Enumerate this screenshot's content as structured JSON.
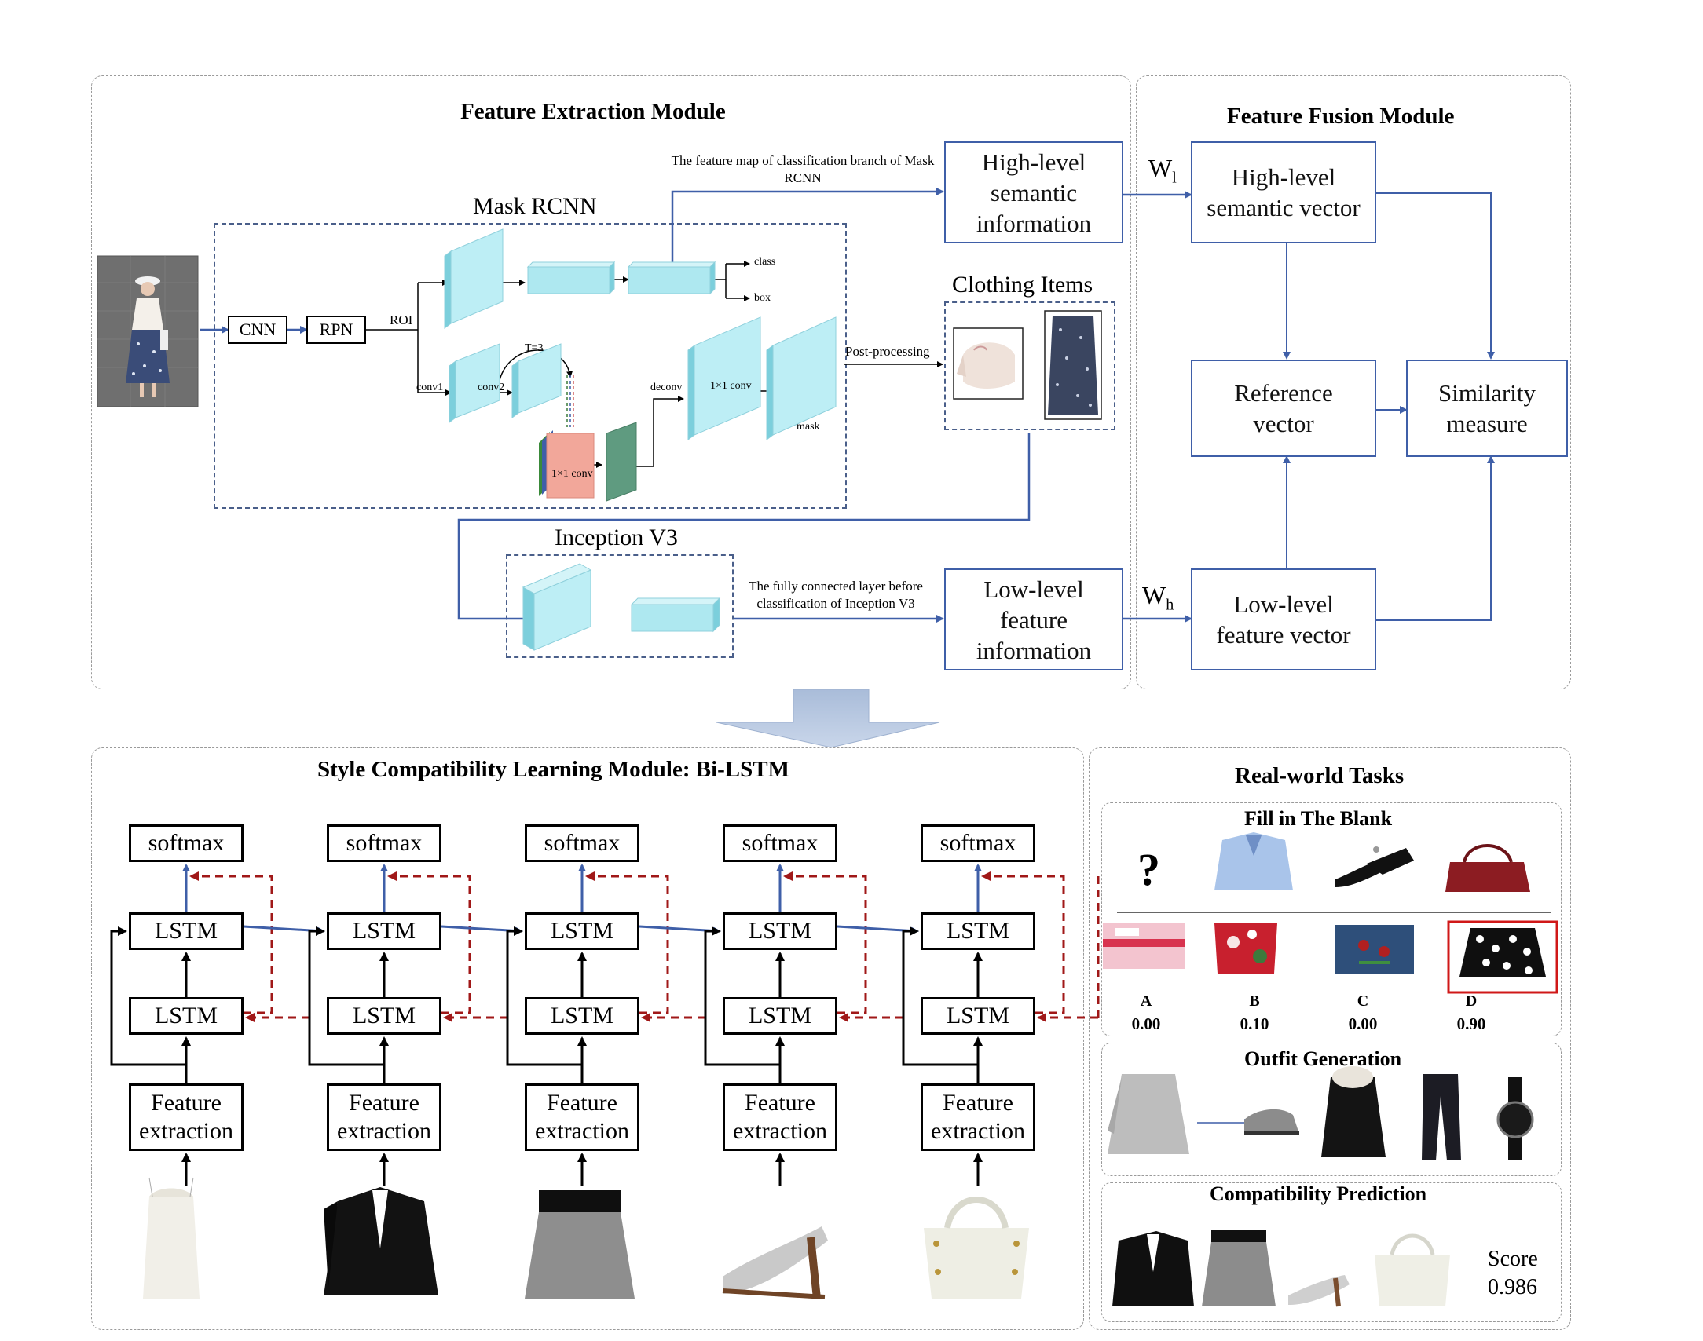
{
  "titles": {
    "feature_extraction": "Feature Extraction Module",
    "feature_fusion": "Feature Fusion Module",
    "style_learning": "Style Compatibility Learning Module: Bi-LSTM",
    "real_world": "Real-world Tasks",
    "mask_rcnn": "Mask RCNN",
    "inception": "Inception V3",
    "clothing_items": "Clothing Items"
  },
  "extraction": {
    "cnn": "CNN",
    "rpn": "RPN",
    "roi": "ROI",
    "class": "class",
    "box": "box",
    "conv1": "conv1",
    "conv2": "conv2",
    "t3": "T=3",
    "conv1x1_a": "1×1 conv",
    "deconv": "deconv",
    "conv1x1_b": "1×1 conv",
    "mask": "mask",
    "post": "Post-processing",
    "note_top": "The feature map of classification branch of Mask RCNN",
    "note_bottom": "The fully connected layer before classification of Inception V3",
    "high_info": "High-level semantic information",
    "low_info": "Low-level feature information"
  },
  "fusion": {
    "wl_main": "W",
    "wl_sub": "l",
    "wh_main": "W",
    "wh_sub": "h",
    "high_vec": "High-level semantic vector",
    "reference": "Reference vector",
    "similarity": "Similarity measure",
    "low_vec": "Low-level feature vector"
  },
  "bilstm": {
    "softmax": "softmax",
    "lstm": "LSTM",
    "feature": "Feature extraction"
  },
  "tasks": {
    "fitb": "Fill in The Blank",
    "question_mark": "?",
    "answers": [
      "A",
      "B",
      "C",
      "D"
    ],
    "scores": [
      "0.00",
      "0.10",
      "0.00",
      "0.90"
    ],
    "outfit_gen": "Outfit Generation",
    "compat": "Compatibility Prediction",
    "score_label": "Score",
    "score_value": "0.986"
  },
  "colors": {
    "blue_arrow": "#3f5fa8",
    "red_dashed": "#a01818",
    "cyan_block": "#aee8f0",
    "pink_block": "#f2a79a",
    "teal_block": "#5f9b80"
  }
}
